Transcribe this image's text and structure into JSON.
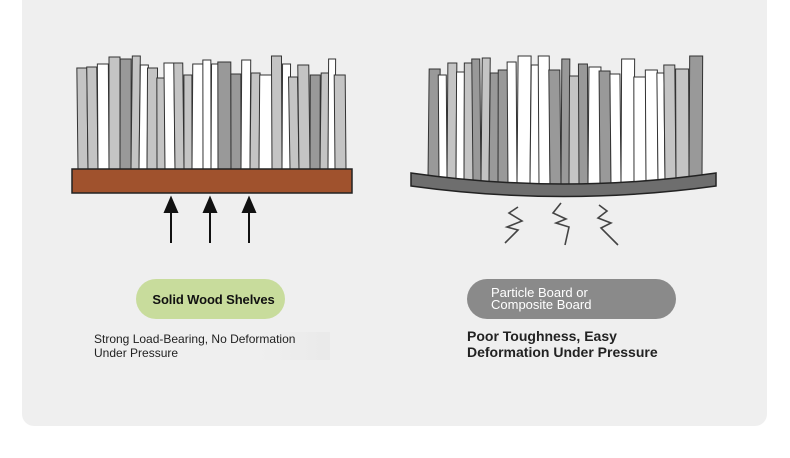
{
  "left_panel": {
    "label": "Solid Wood Shelves",
    "description_line1": "Strong Load-Bearing, No Deformation",
    "description_line2": "Under Pressure",
    "label_bg": "#c8dc9c",
    "shelf_color": "#a0522d",
    "icons": [
      "books-icon",
      "solid-shelf-icon",
      "support-arrows-icon"
    ]
  },
  "right_panel": {
    "label_line1": "Particle Board or",
    "label_line2": "Composite Board",
    "description_line1": "Poor Toughness, Easy",
    "description_line2": "Deformation Under Pressure",
    "label_bg": "#8a8a8a",
    "shelf_color": "#6e6e6e",
    "icons": [
      "books-icon",
      "bent-shelf-icon",
      "crack-lines-icon"
    ]
  },
  "colors": {
    "card_bg": "#efefef",
    "book_light": "#ffffff",
    "book_mid": "#c4c4c4",
    "book_dark": "#999999"
  }
}
